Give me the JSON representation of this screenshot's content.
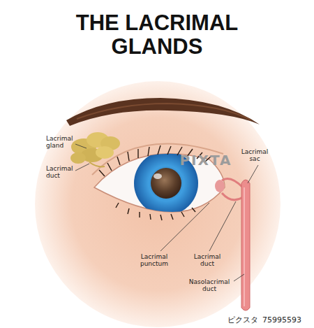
{
  "diagram": {
    "title": "THE LACRIMAL GLANDS",
    "labels": [
      "Lacrimal gland",
      "Lacrimal duct",
      "Lacrimal sac",
      "Lacrimal punctum",
      "Lacrimal duct",
      "Nasolacrimal duct",
      "PIXTA",
      "ピクスタ",
      "75995593"
    ]
  }
}
